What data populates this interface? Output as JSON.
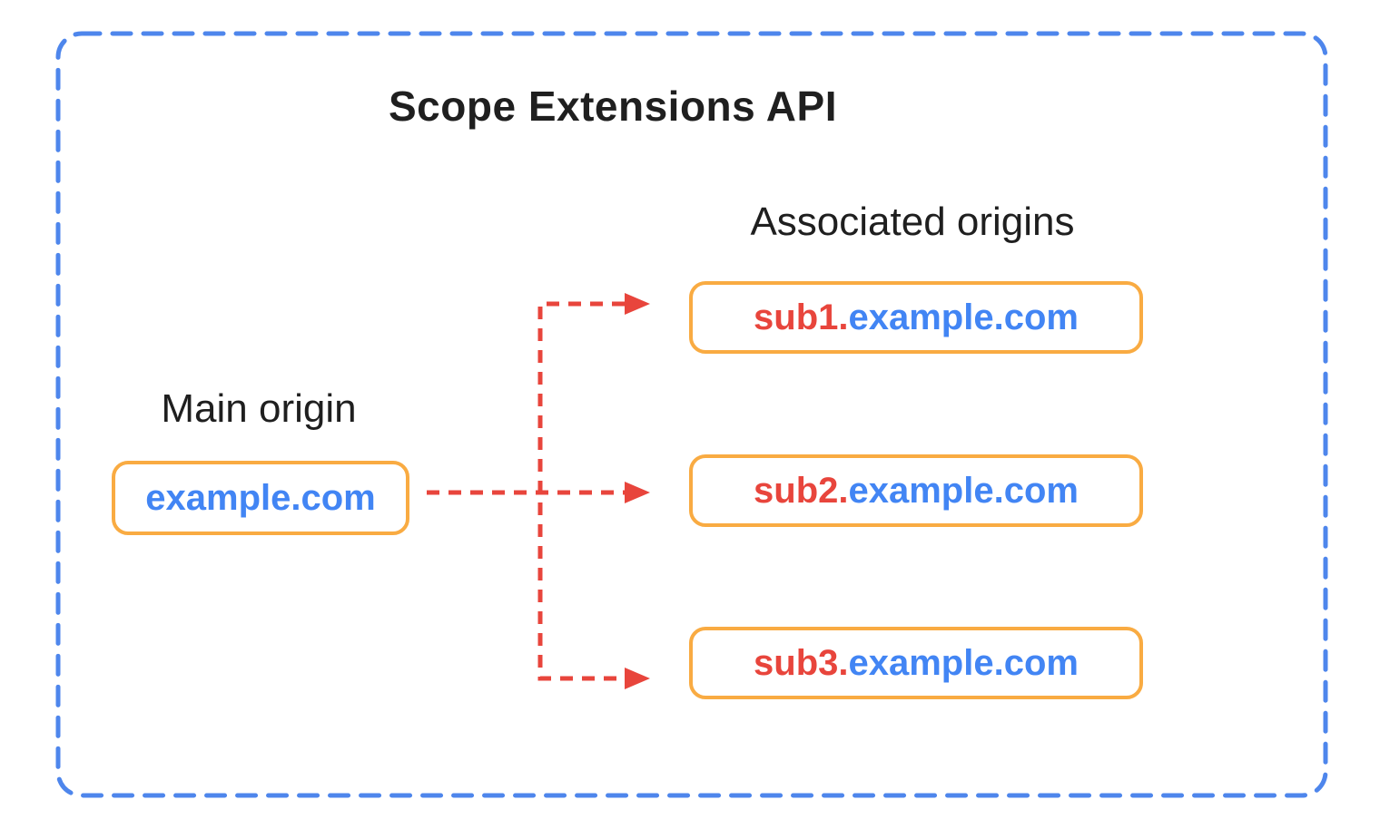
{
  "title": "Scope Extensions API",
  "main_origin": {
    "label": "Main origin",
    "domain": "example.com"
  },
  "associated_origins_label": "Associated origins",
  "associated_origins": [
    {
      "prefix": "sub1.",
      "suffix": "example.com"
    },
    {
      "prefix": "sub2.",
      "suffix": "example.com"
    },
    {
      "prefix": "sub3.",
      "suffix": "example.com"
    }
  ],
  "colors": {
    "outer-border-blue": "#4E86EC",
    "domain-blue": "#4285F4",
    "subdomain-red": "#E8453C",
    "arrow-red": "#E8453C",
    "box-border-orange": "#F9AB42",
    "text-black": "#1F1F1F",
    "canvas-bg": "#FFFFFF"
  }
}
